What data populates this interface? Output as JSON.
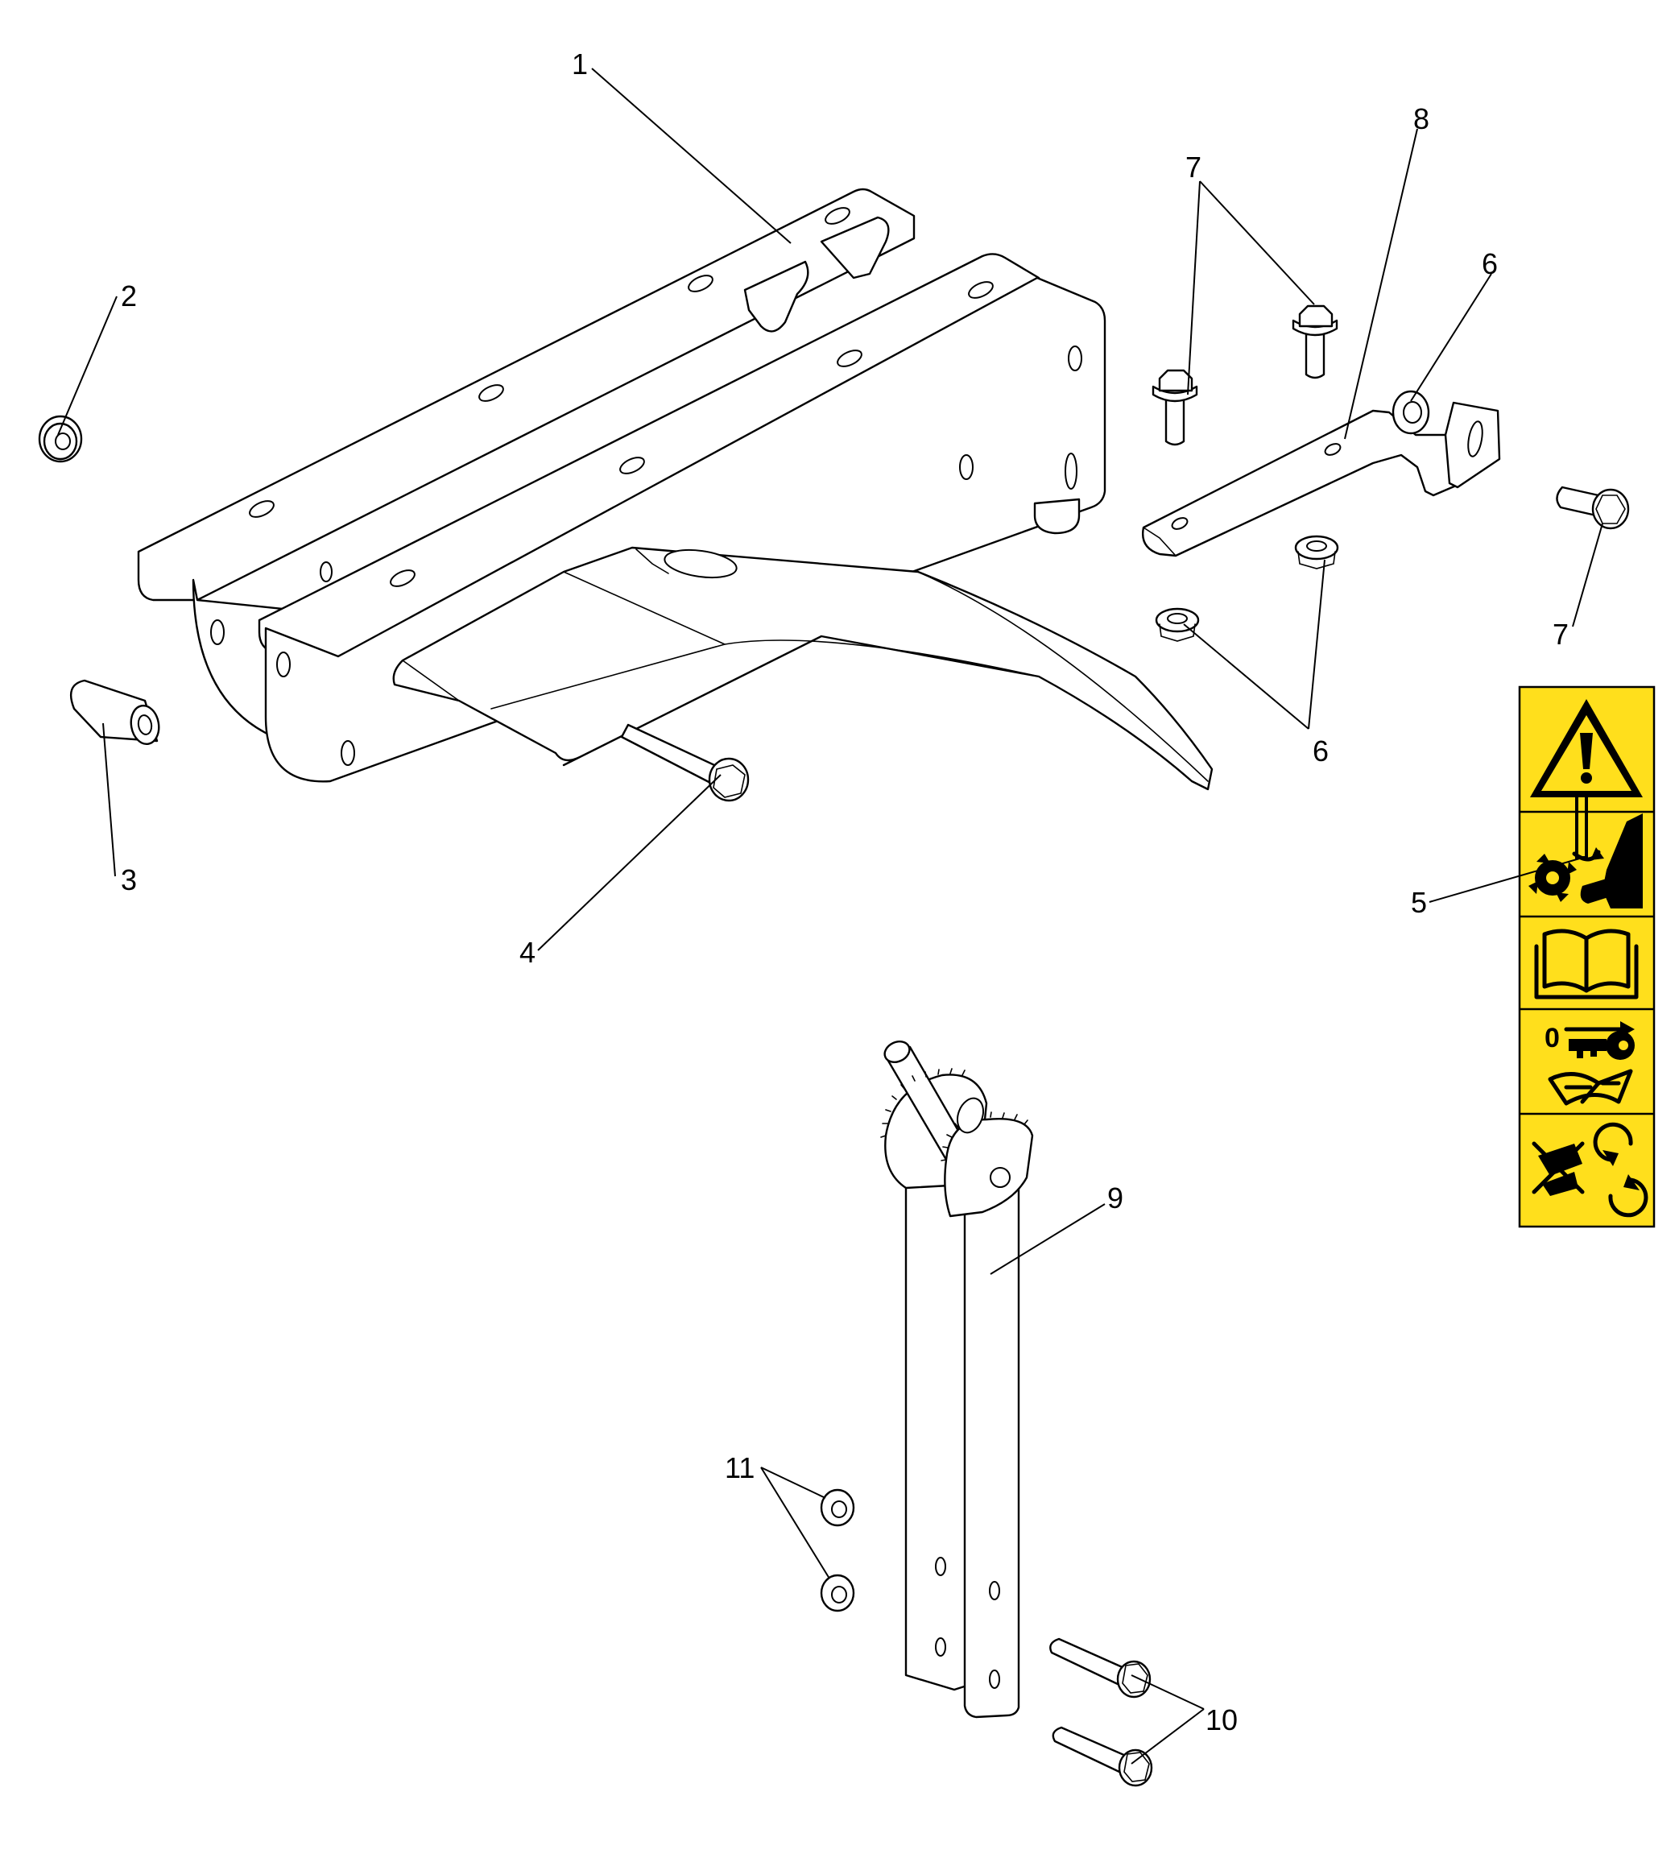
{
  "callouts": [
    {
      "id": "c1",
      "label": "1"
    },
    {
      "id": "c2",
      "label": "2"
    },
    {
      "id": "c3",
      "label": "3"
    },
    {
      "id": "c4",
      "label": "4"
    },
    {
      "id": "c5",
      "label": "5"
    },
    {
      "id": "c6a",
      "label": "6"
    },
    {
      "id": "c6b",
      "label": "6"
    },
    {
      "id": "c7a",
      "label": "7"
    },
    {
      "id": "c7b",
      "label": "7"
    },
    {
      "id": "c8",
      "label": "8"
    },
    {
      "id": "c9",
      "label": "9"
    },
    {
      "id": "c10",
      "label": "10"
    },
    {
      "id": "c11",
      "label": "11"
    }
  ],
  "decal": {
    "zero_label": "0",
    "colors": {
      "background": "#ffdf1c",
      "ink": "#000000"
    },
    "icons": [
      "warning-triangle-icon",
      "rotating-blade-hand-icon",
      "operator-manual-icon",
      "key-off-manual-icon",
      "no-hand-rotating-icon"
    ]
  }
}
